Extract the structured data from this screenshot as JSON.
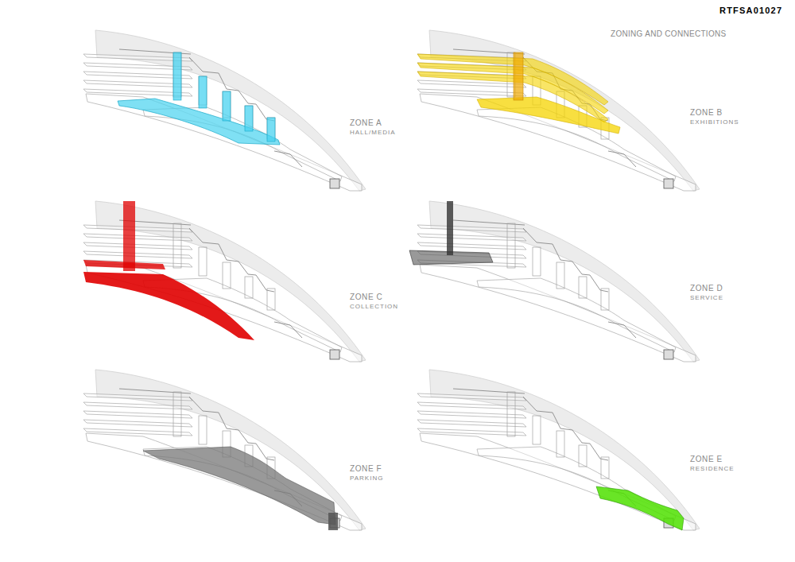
{
  "diagram": {
    "title": "ZONING AND CONNECTIONS",
    "labels": [
      "RTFSA01027",
      "ZONE A",
      "HALL/MEDIA",
      "ZONE B",
      "EXHIBITIONS",
      "ZONE C",
      "COLLECTION",
      "ZONE D",
      "SERVICE",
      "ZONE F",
      "PARKING",
      "ZONE E",
      "RESIDENCE"
    ]
  }
}
